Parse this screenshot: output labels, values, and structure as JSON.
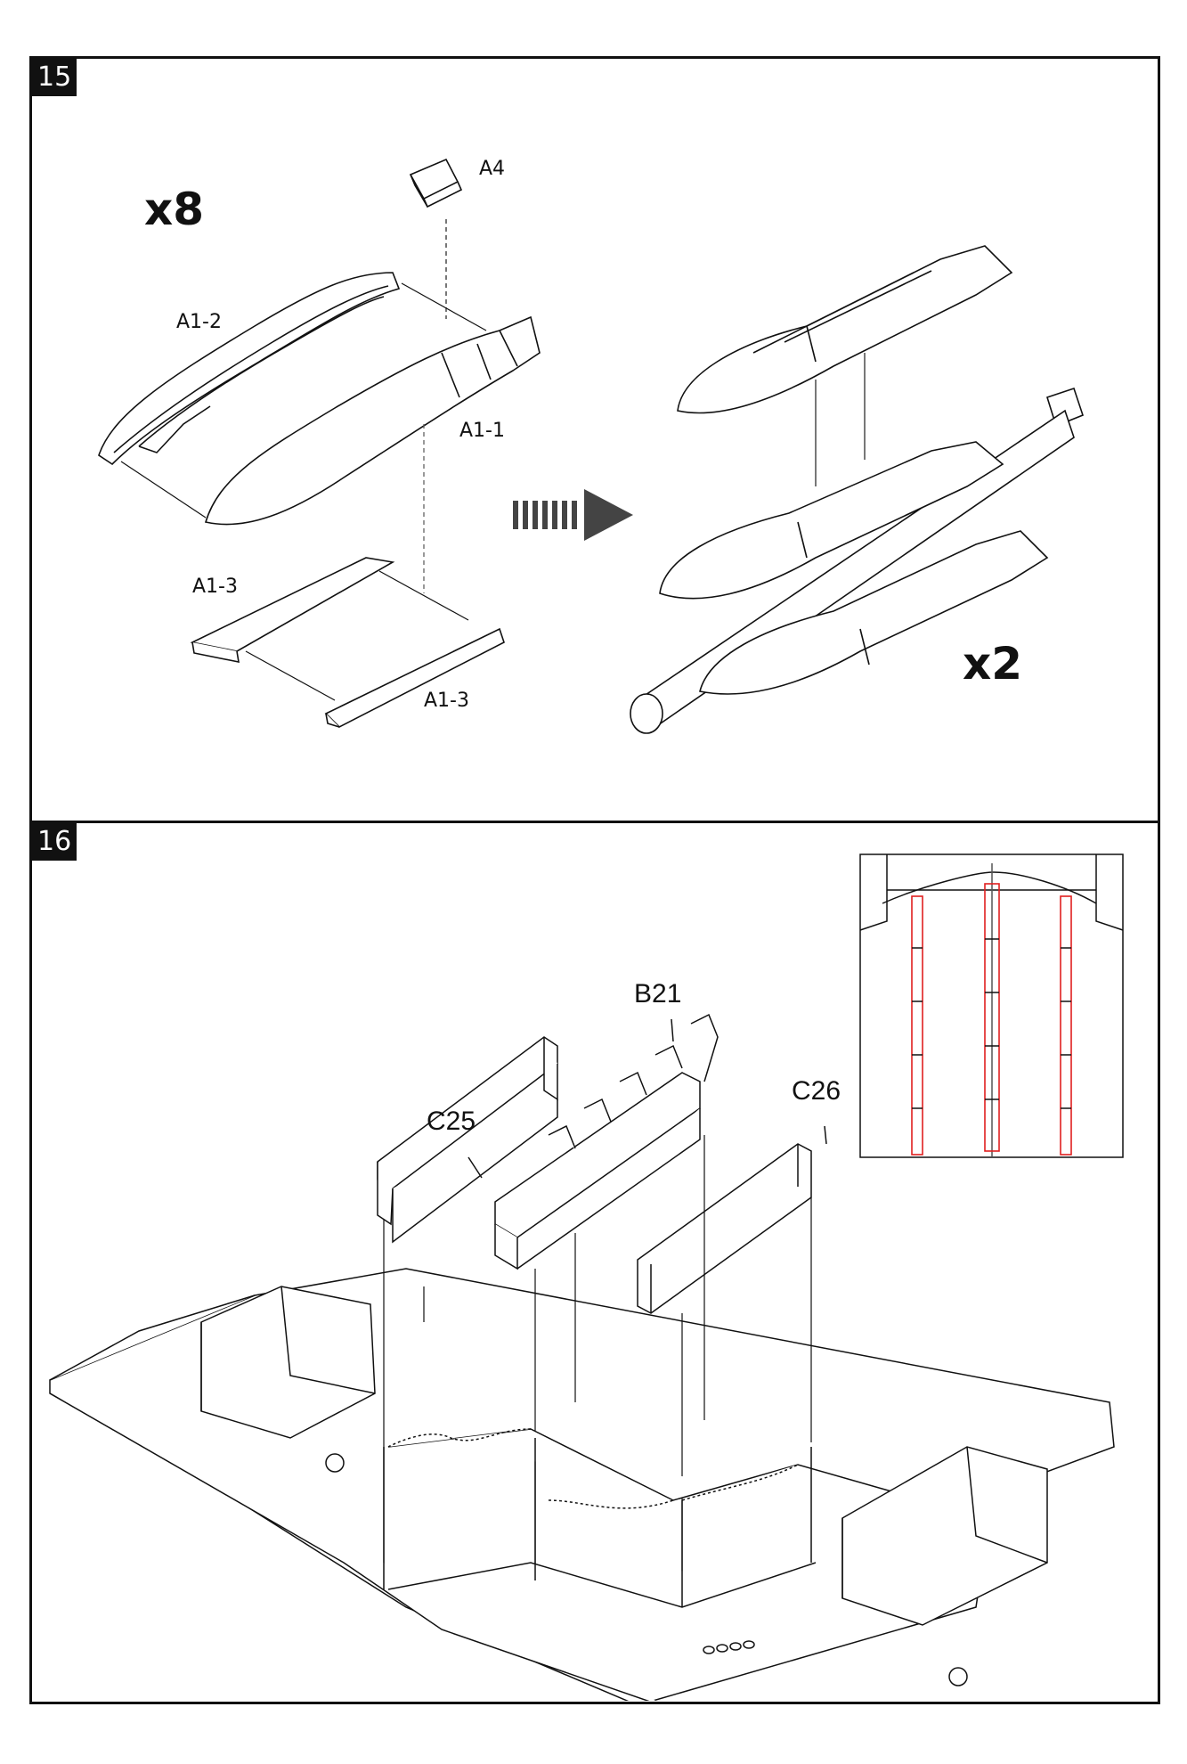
{
  "step15": {
    "number": "15",
    "multiplier_left": "x8",
    "multiplier_right": "x2",
    "parts": {
      "a4": "A4",
      "a1_2": "A1-2",
      "a1_1": "A1-1",
      "a1_3_top": "A1-3",
      "a1_3_bottom": "A1-3"
    }
  },
  "step16": {
    "number": "16",
    "parts": {
      "c25": "C25",
      "b21": "B21",
      "c26": "C26"
    }
  },
  "colors": {
    "line": "#111111",
    "highlight": "#e02020",
    "arrow": "#444444"
  }
}
